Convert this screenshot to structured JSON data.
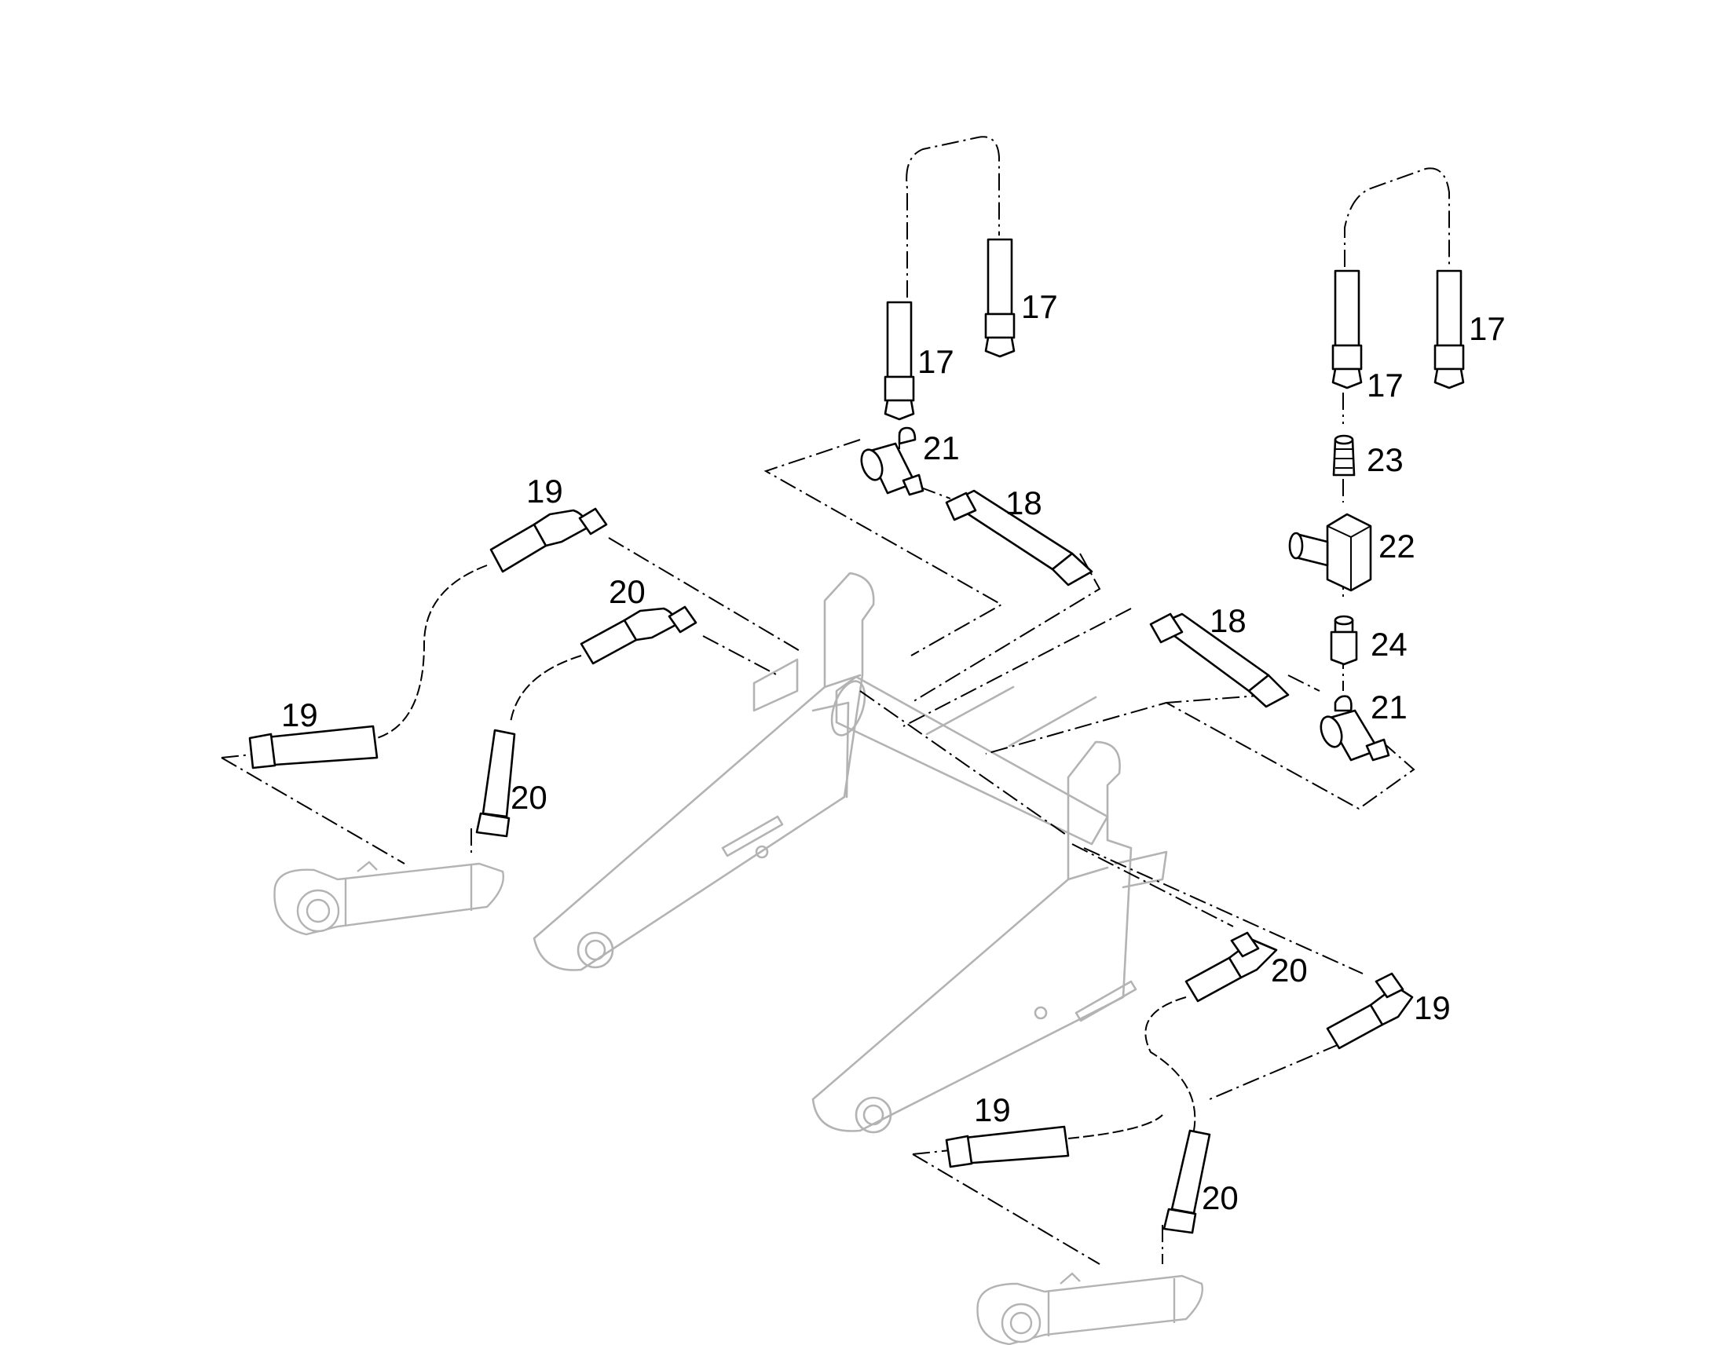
{
  "labels": {
    "n17a": "17",
    "n17b": "17",
    "n17c": "17",
    "n17d": "17",
    "n21a": "21",
    "n18a": "18",
    "n19a": "19",
    "n20a": "20",
    "n19b": "19",
    "n20b": "20",
    "n23": "23",
    "n22": "22",
    "n18b": "18",
    "n24": "24",
    "n21b": "21",
    "n20c": "20",
    "n19c": "19",
    "n19d": "19",
    "n20d": "20"
  },
  "colors": {
    "line": "#000000",
    "frame": "#b3b3b3",
    "background": "#ffffff"
  }
}
